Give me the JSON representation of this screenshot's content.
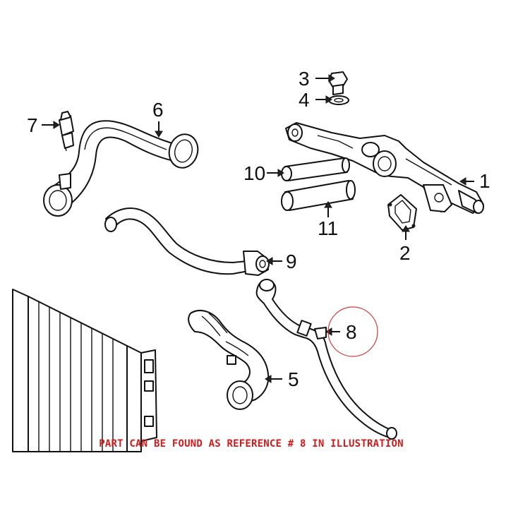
{
  "labels": {
    "p1": "1",
    "p2": "2",
    "p3": "3",
    "p4": "4",
    "p5": "5",
    "p6": "6",
    "p7": "7",
    "p8": "8",
    "p9": "9",
    "p10": "10",
    "p11": "11"
  },
  "note": "PART CAN BE FOUND AS REFERENCE # 8 IN ILLUSTRATION",
  "colors": {
    "note": "#d11a1a",
    "highlight_circle": "#d23a3a",
    "lines": "#111111"
  }
}
